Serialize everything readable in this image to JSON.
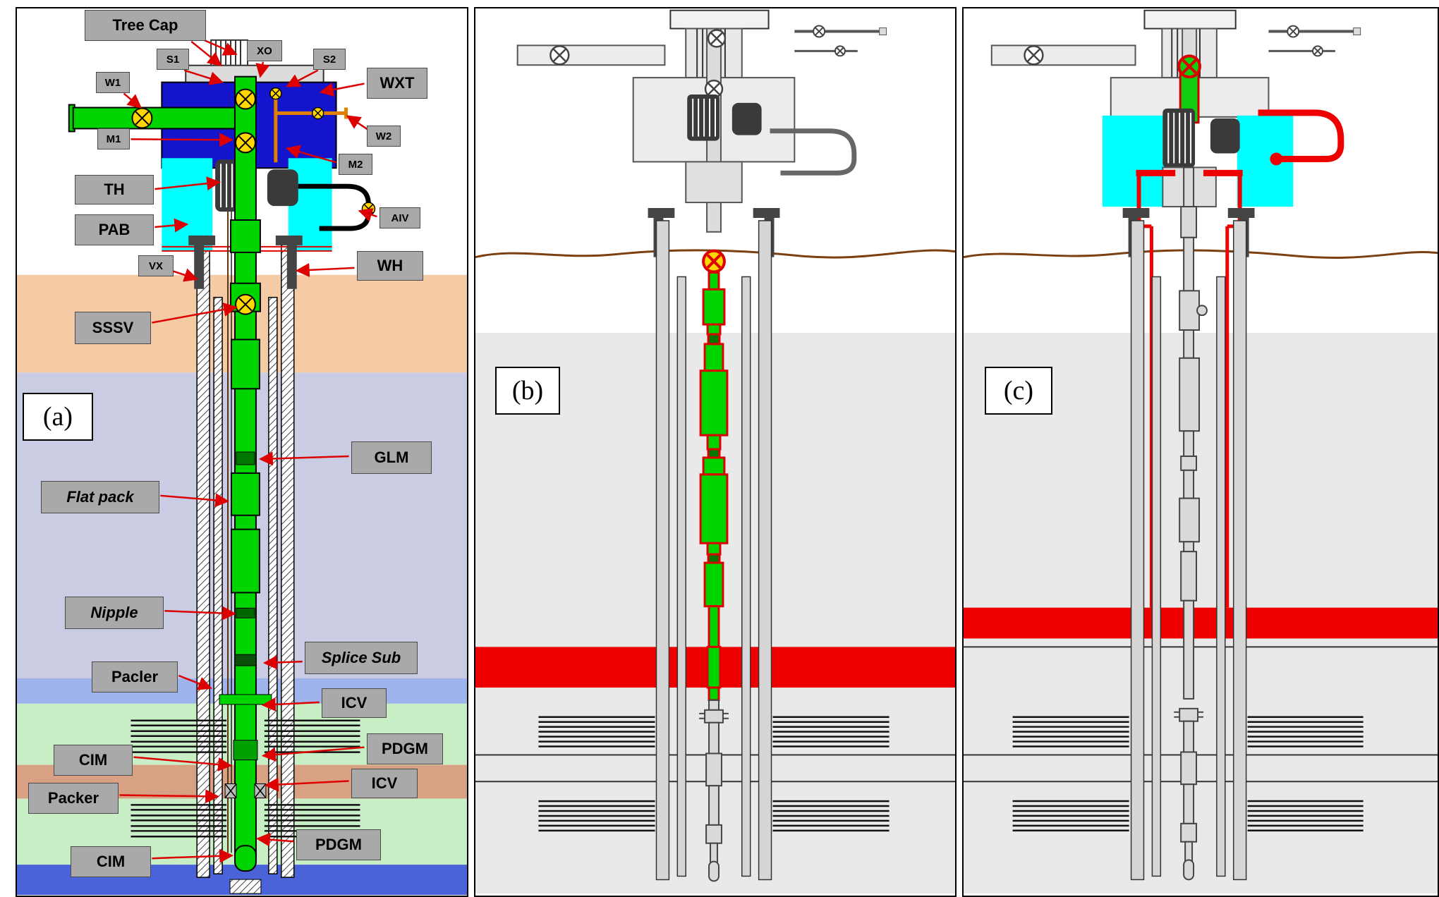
{
  "figure": {
    "panel_a_caption": "(a)",
    "panel_b_caption": "(b)",
    "panel_c_caption": "(c)"
  },
  "labels_a": {
    "tree_cap": "Tree Cap",
    "s1": "S1",
    "xo": "XO",
    "s2": "S2",
    "w1": "W1",
    "wxt": "WXT",
    "m1": "M1",
    "w2": "W2",
    "m2": "M2",
    "th": "TH",
    "pab": "PAB",
    "aiv": "AIV",
    "vx": "VX",
    "wh": "WH",
    "sssv": "SSSV",
    "glm": "GLM",
    "flat_pack": "Flat pack",
    "nipple": "Nipple",
    "splice_sub": "Splice Sub",
    "pacler": "Pacler",
    "icv_upper": "ICV",
    "cim_upper": "CIM",
    "pdgm_upper": "PDGM",
    "packer": "Packer",
    "icv_lower": "ICV",
    "pdgm_lower": "PDGM",
    "cim_lower": "CIM"
  },
  "colors": {
    "tubing_green": "#00D400",
    "dark_green_sub": "#007700",
    "tree_blue": "#1414CC",
    "seal_cyan": "#00FFFF",
    "valve_yellow": "#FFD700",
    "highlight_red": "#EE0000",
    "annotation_arrow_red": "#DD0000",
    "label_gray": "#A9A9A9",
    "control_line_orange": "#E08000",
    "seabed_brown": "#7B3F10",
    "strata_peach": "#F4CBA4",
    "strata_lavender": "#C9CCE3",
    "strata_light_blue": "#9FB4EC",
    "strata_light_green": "#C8EEC6",
    "strata_tan": "#D9A183",
    "strata_deep_blue": "#4A63D8",
    "formation_gray": "#E9E9E9"
  }
}
